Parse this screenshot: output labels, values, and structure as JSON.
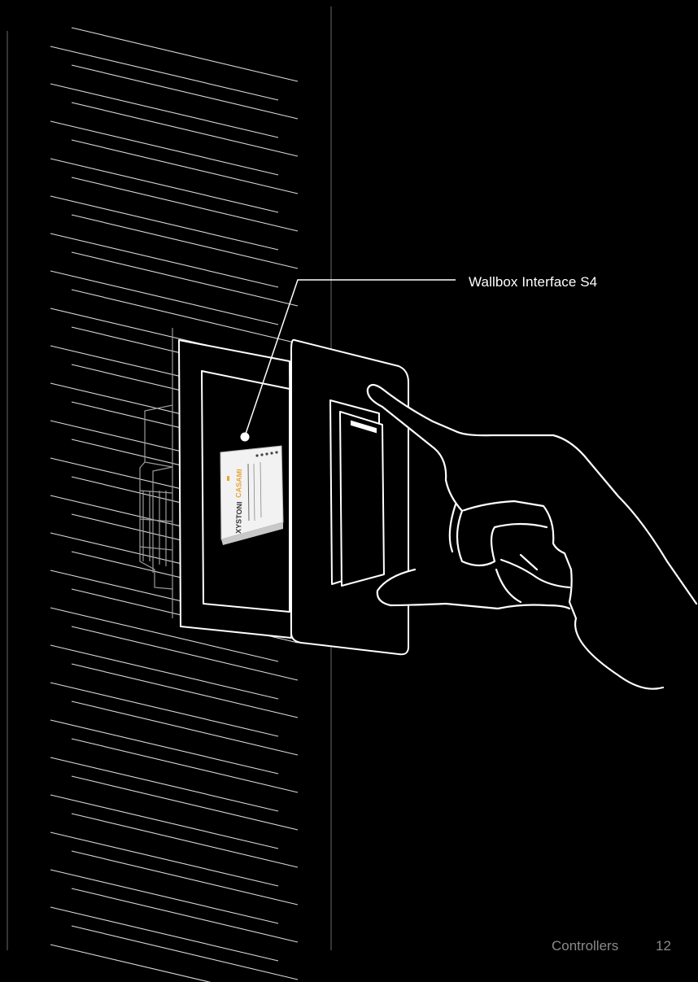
{
  "callout": {
    "label": "Wallbox Interface S4"
  },
  "device": {
    "brand_left": "XYSTONI",
    "brand_right": "CASAMI"
  },
  "footer": {
    "section": "Controllers",
    "page_number": "12"
  },
  "colors": {
    "background": "#000000",
    "line_art": "#ffffff",
    "wall_hatch": "#d9d9d9",
    "footer_text": "#8a8a8a",
    "device_body": "#f2f2f2",
    "device_accent": "#e7a53a"
  }
}
